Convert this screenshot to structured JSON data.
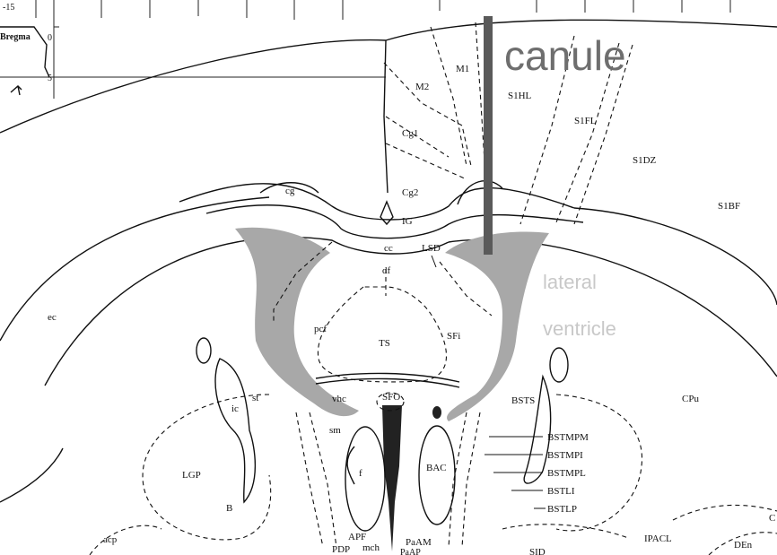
{
  "annotations": {
    "cannula_label": "canule",
    "lateral_label": "lateral",
    "ventricle_label": "ventricle"
  },
  "scale": {
    "bregma_label": "Bregma",
    "top_value": "-15",
    "zero": "0",
    "five": "5"
  },
  "regions": {
    "M1": "M1",
    "M2": "M2",
    "S1HL": "S1HL",
    "S1FL": "S1FL",
    "S1DZ": "S1DZ",
    "S1BF": "S1BF",
    "Cg1": "Cg1",
    "Cg2": "Cg2",
    "cg": "cg",
    "IG": "IG",
    "cc": "cc",
    "LSD": "LSD",
    "df": "df",
    "ec": "ec",
    "pcf": "pcf",
    "TS": "TS",
    "SFi": "SFi",
    "CPu": "CPu",
    "ic": "ic",
    "st": "st",
    "vhc": "vhc",
    "SFO": "SFO",
    "BSTS": "BSTS",
    "sm": "sm",
    "f": "f",
    "BAC": "BAC",
    "BSTMPM": "BSTMPM",
    "BSTMPI": "BSTMPI",
    "BSTMPL": "BSTMPL",
    "BSTLI": "BSTLI",
    "BSTLP": "BSTLP",
    "LGP": "LGP",
    "B": "B",
    "APF": "APF",
    "acp": "acp",
    "PDP": "PDP",
    "mch": "mch",
    "PaAM": "PaAM",
    "PaAP": "PaAP",
    "SID": "SID",
    "IPACL": "IPACL",
    "DEn": "DEn",
    "C": "C"
  },
  "colors": {
    "ventricle_fill": "#a8a8a8",
    "cannula": "#5a5a5a",
    "third_ventricle": "#222222"
  }
}
